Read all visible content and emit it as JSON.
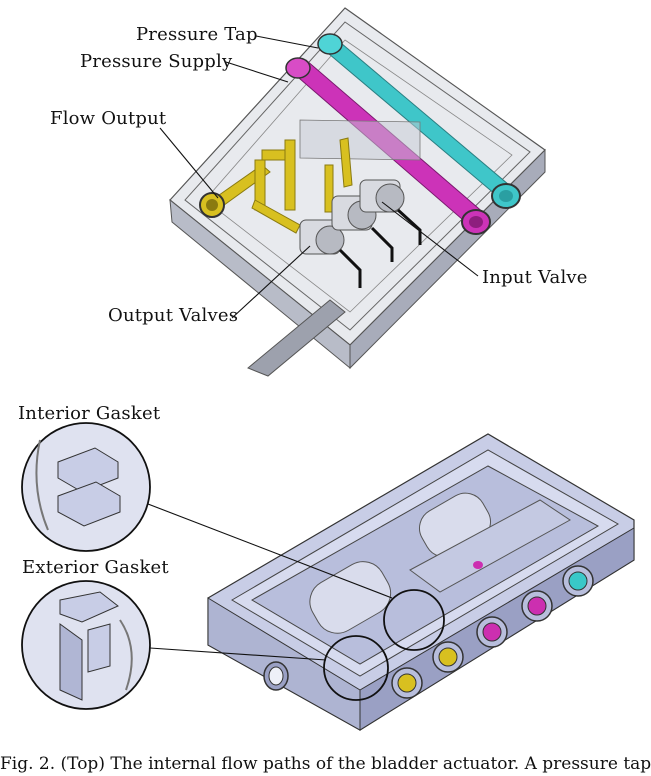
{
  "top_figure": {
    "labels": {
      "pressure_tap": "Pressure Tap",
      "pressure_supply": "Pressure Supply",
      "flow_output": "Flow Output",
      "input_valve": "Input Valve",
      "output_valves": "Output Valves"
    },
    "colors": {
      "pressure_tap": "#3fc6c9",
      "pressure_supply": "#cc33b8",
      "flow_output": "#d8c020",
      "housing": "#c9ccd8"
    }
  },
  "bottom_figure": {
    "labels": {
      "interior_gasket": "Interior Gasket",
      "exterior_gasket": "Exterior Gasket"
    },
    "colors": {
      "body": "#c8cde6",
      "port_yellow": "#d8c020",
      "port_magenta": "#cc2fb0",
      "port_cyan": "#39c8c8"
    }
  },
  "caption": "Fig. 2.    (Top) The internal flow paths of the bladder actuator. A pressure tap"
}
